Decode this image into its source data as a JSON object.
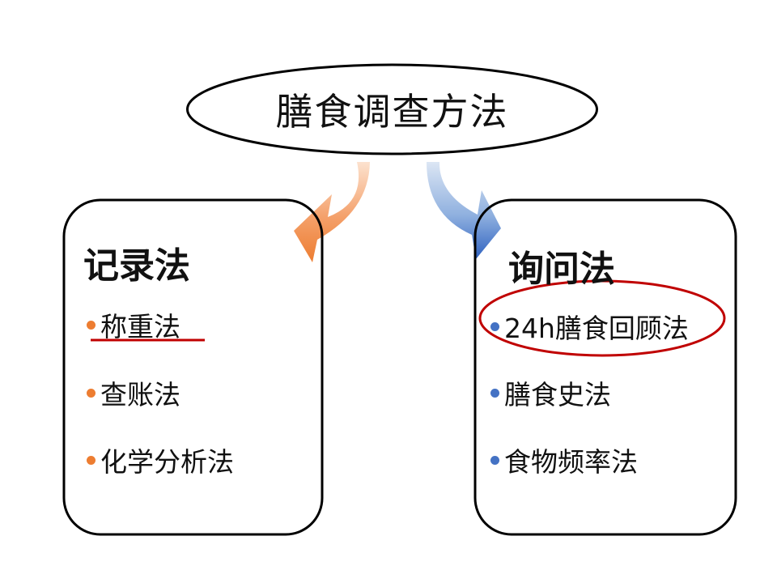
{
  "title": "膳食调查方法",
  "colors": {
    "left_accent": "#ED7D31",
    "right_accent": "#4472C4",
    "highlight": "#C00000"
  },
  "left": {
    "heading": "记录法",
    "items": [
      "称重法",
      "查账法",
      "化学分析法"
    ]
  },
  "right": {
    "heading": "询问法",
    "items": [
      "24h膳食回顾法",
      "膳食史法",
      "食物频率法"
    ]
  }
}
